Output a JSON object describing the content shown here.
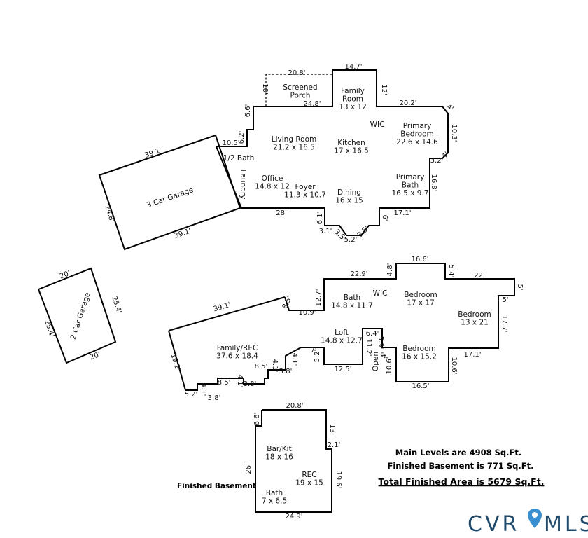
{
  "main_floor": {
    "rooms": {
      "screened_porch": "Screened|Porch",
      "family_room": "Family|Room|13 x 12",
      "wic": "WIC",
      "primary_bedroom": "Primary|Bedroom|22.6 x 14.6",
      "living_room": "Living Room|21.2 x 16.5",
      "kitchen": "Kitchen|17 x 16.5",
      "half_bath": "1/2 Bath",
      "laundry": "Laundry",
      "office": "Office|14.8 x 12",
      "foyer": "Foyer|11.3 x 10.7",
      "dining": "Dining|16 x 15",
      "primary_bath": "Primary|Bath|16.5 x 9.7",
      "garage": "3 Car Garage"
    },
    "dims": {
      "porch_top": "20.8'",
      "porch_bottom": "24.8'",
      "porch_side": "10'",
      "family_top": "14.7'",
      "family_side": "12'",
      "bed_top": "20.2'",
      "bed_corner": "4'",
      "bed_side": "10.3'",
      "bed_corner2": "4'",
      "bath_corner": "3.2'",
      "bath_side": "16.8'",
      "bath_bottom": "17.1'",
      "left_66": "6.6'",
      "left_62": "6.2'",
      "left_105": "10.5'",
      "bottom_28": "28'",
      "dining_61": "6.1'",
      "dining_31": "3.1'",
      "dining_35a": "3.5'",
      "dining_52": "5.2'",
      "dining_35b": "3.5'",
      "dining_6": "6'",
      "garage_top": "39.1'",
      "garage_bottom": "39.1'",
      "garage_side": "24.8'"
    }
  },
  "upper_floor": {
    "rooms": {
      "bath": "Bath|14.8 x 11.7",
      "wic": "WIC",
      "bedroom1": "Bedroom|17 x 17",
      "bedroom2": "Bedroom|13 x 21",
      "family_rec": "Family/REC|37.6 x 18.4",
      "loft": "Loft|14.8 x 12.7",
      "open": "Open",
      "bedroom3": "Bedroom|16 x 15.2"
    },
    "dims": {
      "d229": "22.9'",
      "d48": "4.8'",
      "d166": "16.6'",
      "d54": "5.4'",
      "d22": "22'",
      "d5a": "5'",
      "d5b": "5'",
      "d177": "17.7'",
      "d171": "17.1'",
      "d106a": "10.6'",
      "d165": "16.5'",
      "d106b": "10.6'",
      "d4": "4'",
      "d64": "6.4'",
      "d59": "5.9'",
      "d112": "11.2'",
      "d127": "12.7'",
      "d109": "10.9'",
      "d85a": "8.5'",
      "d391": "39.1'",
      "d192": "19.2'",
      "d52": "5.2'",
      "d41a": "4.1'",
      "d38a": "3.8'",
      "d85b": "8.5'",
      "d41b": "4.1'",
      "d38b": "3.8'",
      "d85c": "8.5'",
      "d41c": "4.1'",
      "d38c": "3.8'",
      "d41d": "4.1'",
      "d7": "7'",
      "d52b": "5.2'",
      "d125": "12.5'"
    }
  },
  "garage2": {
    "label": "2 Car Garage",
    "dims": {
      "top": "20'",
      "bottom": "20'",
      "left": "25.4'",
      "right": "25.4'"
    }
  },
  "basement": {
    "label": "Finished Basement",
    "rooms": {
      "bar_kit": "Bar/Kit|18 x 16",
      "rec": "REC|19 x 15",
      "bath": "Bath|7 x 6.5"
    },
    "dims": {
      "top": "20.8'",
      "d66": "6.6'",
      "d13": "13'",
      "d21": "2.1'",
      "d26": "26'",
      "d196": "19.6'",
      "bottom": "24.9'"
    }
  },
  "summary": {
    "main_levels": "Main Levels are 4908 Sq.Ft.",
    "finished_basement": "Finished Basement is 771 Sq.Ft.",
    "total": "Total Finished Area is 5679 Sq.Ft."
  },
  "logo": {
    "text": "CVRMLS",
    "pin_color": "#3a8fd0",
    "text_color": "#1f4a6b"
  }
}
